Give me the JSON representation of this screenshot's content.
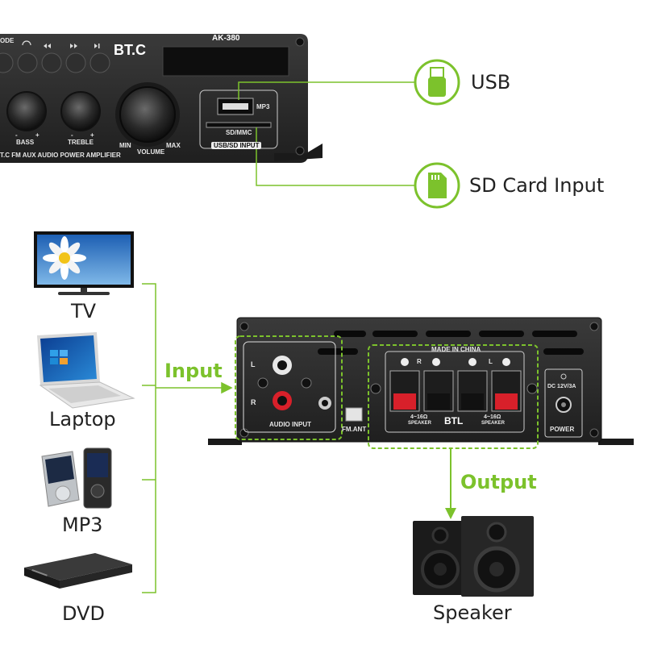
{
  "top_panel": {
    "model": "AK-380",
    "brand": "BT.C",
    "mode_text": "ODE",
    "knob_labels": {
      "bass": "BASS",
      "treble": "TREBLE",
      "volume": "VOLUME",
      "min": "MIN",
      "max": "MAX"
    },
    "footer_text": "T.C FM AUX AUDIO POWER AMPLIFIER",
    "usb_mp3": "MP3",
    "sd_mmc": "SD/MMC",
    "usb_sd_input": "USB/SD INPUT",
    "minus": "-",
    "plus": "+"
  },
  "callouts": {
    "usb": "USB",
    "sd_card": "SD Card Input"
  },
  "sources": {
    "tv": "TV",
    "laptop": "Laptop",
    "mp3": "MP3",
    "dvd": "DVD"
  },
  "flow": {
    "input": "Input",
    "output": "Output"
  },
  "rear_panel": {
    "audio_input": "AUDIO INPUT",
    "l": "L",
    "r": "R",
    "fm_ant": "FM.ANT",
    "made_in_china": "MADE IN CHINA",
    "speaker_r": "R",
    "speaker_l": "L",
    "impedance_left": "4~16Ω",
    "impedance_right": "4~16Ω",
    "speaker_word": "SPEAKER",
    "btl": "BTL",
    "dc": "DC 12V/3A",
    "power": "POWER"
  },
  "output_device": {
    "speaker": "Speaker"
  },
  "colors": {
    "accent_green": "#7cc22c",
    "panel_dark": "#2b2b2b",
    "panel_black": "#151515",
    "terminal_red": "#d8202a"
  }
}
